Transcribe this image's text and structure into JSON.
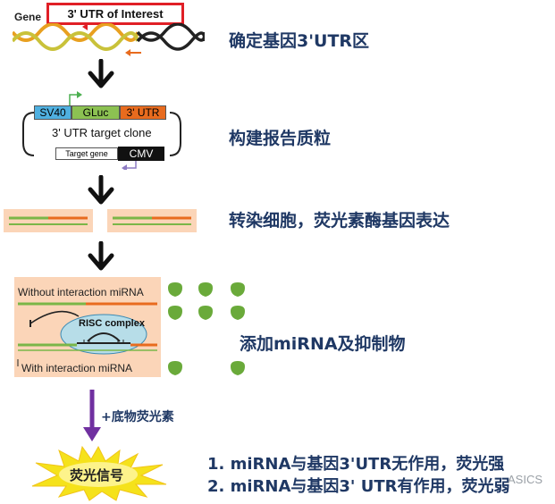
{
  "step1": {
    "gene_label": "Gene",
    "utr_box_label": "3' UTR of Interest",
    "caption": "确定基因3'UTR区"
  },
  "step2": {
    "segments": [
      "SV40",
      "GLuc",
      "3' UTR"
    ],
    "clone_label": "3' UTR target clone",
    "target_gene_label": "Target gene",
    "cmv_label": "CMV",
    "caption": "构建报告质粒"
  },
  "step3": {
    "caption": "转染细胞，荧光素酶基因表达"
  },
  "step4": {
    "without_label": "Without interaction miRNA",
    "risc_label": "RISC complex",
    "with_label": "With interaction miRNA",
    "caption": "添加miRNA及抑制物"
  },
  "step5": {
    "substrate_label": "+底物荧光素",
    "signal_label": "荧光信号",
    "results": [
      "1. miRNA与基因3'UTR无作用，荧光强",
      "2. miRNA与基因3' UTR有作用，荧光弱"
    ]
  },
  "watermark": "ASICS",
  "colors": {
    "caption": "#1f3864",
    "utr_box_border": "#e01f26",
    "sv40": "#4fb0e0",
    "gluc": "#8cc152",
    "utr": "#e86b1e",
    "cmv": "#111111",
    "panel_bg": "#fbd5b8",
    "green_bar": "#7ab648",
    "orange_bar": "#e86b1e",
    "drop": "#6aaa3a",
    "arrow_down": "#111111",
    "purple_arrow": "#7030a0",
    "star": "#f5e21b"
  }
}
